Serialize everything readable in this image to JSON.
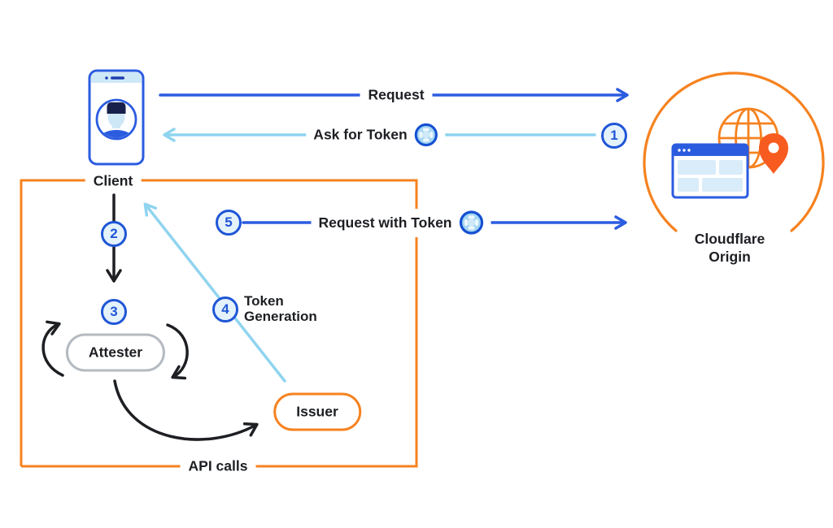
{
  "nodes": {
    "client": {
      "label": "Client"
    },
    "attester": {
      "label": "Attester"
    },
    "issuer": {
      "label": "Issuer"
    },
    "cloudflare_origin": {
      "label": "Cloudflare Origin"
    },
    "api_boundary": {
      "label": "API calls"
    }
  },
  "flows": {
    "request": {
      "label": "Request"
    },
    "ask_for_token": {
      "label": "Ask for Token",
      "step": "1"
    },
    "client_to_attester": {
      "step": "2"
    },
    "attestation": {
      "step": "3"
    },
    "token_generation": {
      "label": "Token Generation",
      "step": "4"
    },
    "request_with_token": {
      "label": "Request with Token",
      "step": "5"
    }
  },
  "colors": {
    "brand_orange": "#f6821f",
    "pin_orange": "#f75b1f",
    "arrow_blue": "#2b5ce0",
    "arrow_light_blue": "#8fd4ef",
    "arrow_black": "#1d1f23",
    "badge_fill": "#e4f2fc",
    "badge_border": "#1f56d6",
    "attester_border": "#b4bac0",
    "panel_light_blue": "#d9ecf9"
  },
  "icons": {
    "token": "token-icon",
    "phone": "client-phone-icon",
    "globe": "globe-icon",
    "browser": "browser-window-icon",
    "pin": "location-pin-icon"
  }
}
